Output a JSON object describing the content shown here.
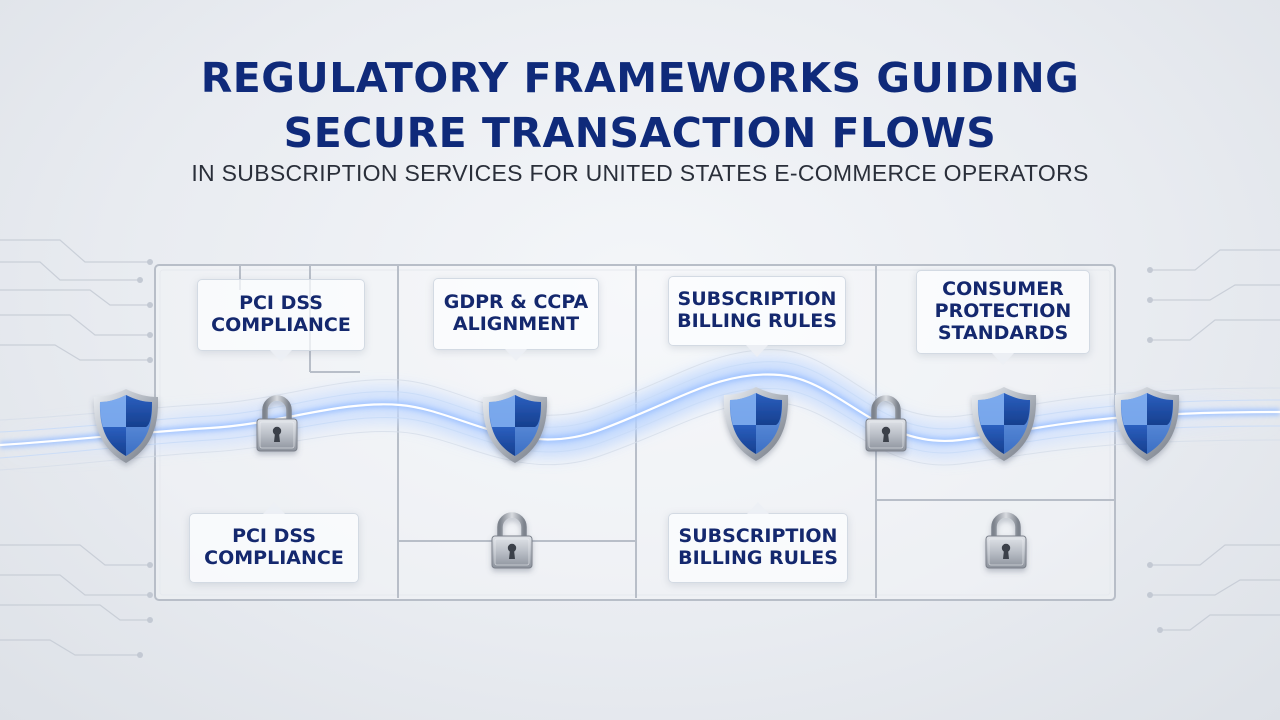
{
  "header": {
    "title_line1": "REGULATORY FRAMEWORKS GUIDING",
    "title_line2": "SECURE TRANSACTION FLOWS",
    "subtitle": "IN SUBSCRIPTION SERVICES FOR UNITED STATES E-COMMERCE OPERATORS"
  },
  "labels": {
    "top": [
      {
        "text": "PCI DSS\nCOMPLIANCE"
      },
      {
        "text": "GDPR & CCPA\nALIGNMENT"
      },
      {
        "text": "SUBSCRIPTION\nBILLING RULES"
      },
      {
        "text": "CONSUMER\nPROTECTION\nSTANDARDS"
      }
    ],
    "bottom": [
      {
        "text": "PCI DSS\nCOMPLIANCE"
      },
      {
        "text": "SUBSCRIPTION\nBILLING RULES"
      }
    ]
  },
  "colors": {
    "title": "#0f2a7a",
    "shield_light": "#5d8fd9",
    "shield_dark": "#1f4fa8",
    "flow_glow": "#cfe3ff",
    "lock_body": "#a8adb6"
  },
  "icons": {
    "shield": "shield-icon",
    "lock": "padlock-icon"
  }
}
